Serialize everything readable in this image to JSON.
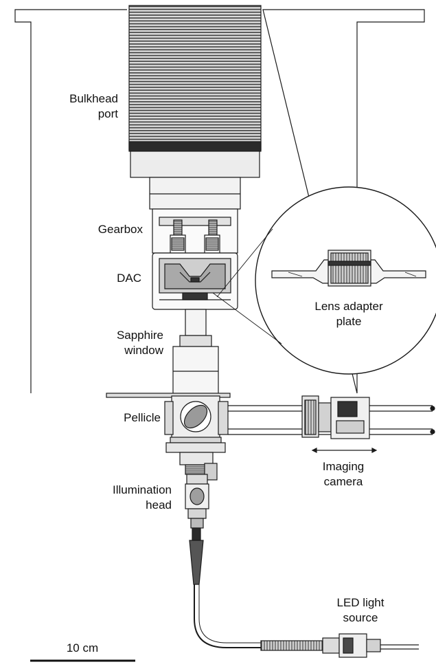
{
  "labels": {
    "bulkhead": [
      "Bulkhead",
      "port"
    ],
    "gearbox": "Gearbox",
    "dac": "DAC",
    "sapphire": [
      "Sapphire",
      "window"
    ],
    "pellicle": "Pellicle",
    "illumination": [
      "Illumination",
      "head"
    ],
    "imaging": [
      "Imaging",
      "camera"
    ],
    "lens_adapter": [
      "Lens adapter",
      "plate"
    ],
    "led": [
      "LED light",
      "source"
    ],
    "scale": "10 cm"
  },
  "colors": {
    "line": "#1a1a1a",
    "fill_light": "#e6e6e6",
    "fill_mid": "#c8c8c8",
    "fill_dark": "#555555"
  }
}
